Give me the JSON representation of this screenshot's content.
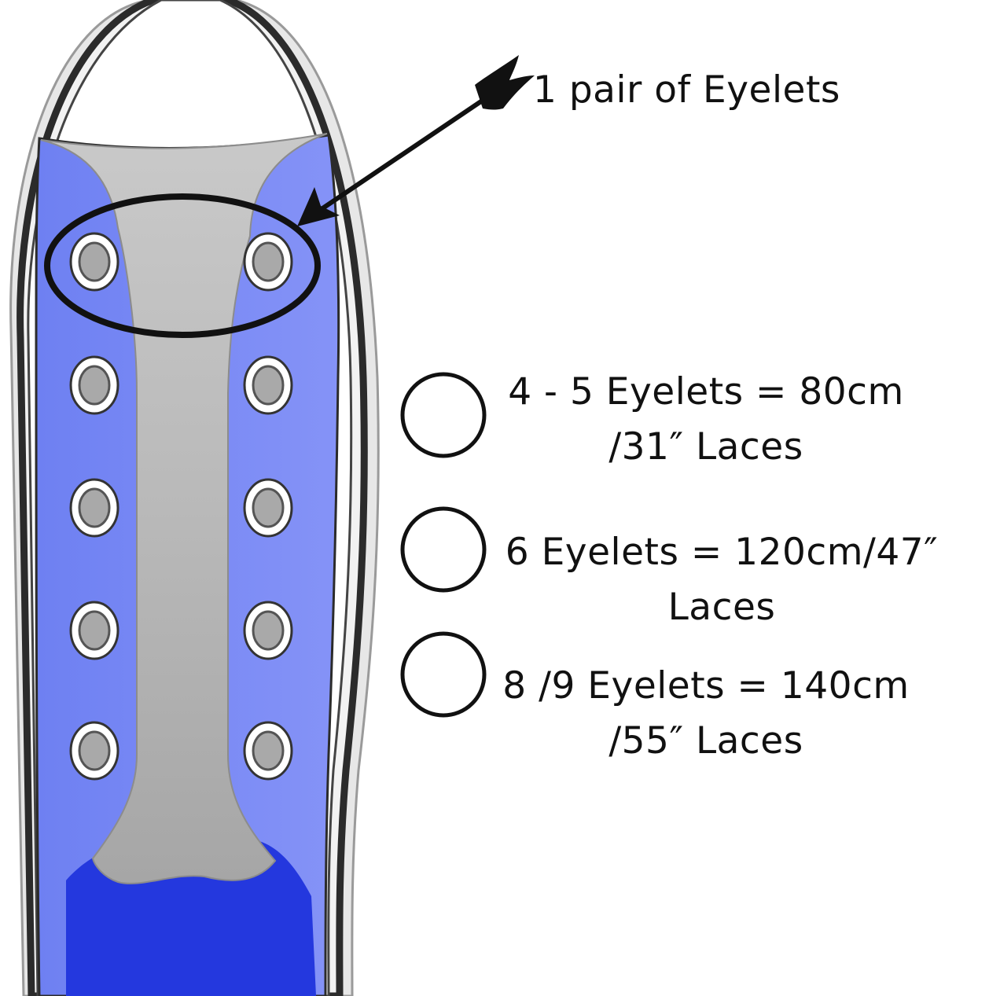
{
  "callout": {
    "label": "1 pair of Eyelets"
  },
  "lace_guide": [
    {
      "line1": "4 - 5 Eyelets = 80cm",
      "line2": "/31″ Laces"
    },
    {
      "line1": "6 Eyelets = 120cm/47″",
      "line2": "Laces"
    },
    {
      "line1": "8 /9 Eyelets = 140cm",
      "line2": "/55″ Laces"
    }
  ],
  "colors": {
    "upper_blue": "#7b8cf5",
    "toe_blue": "#2a3fe0",
    "tongue_gray": "#b8b8b8",
    "outline_dark": "#2b2b2b",
    "sole_light": "#e6e6e6"
  },
  "shoe": {
    "eyelet_rows": 5,
    "eyelet_columns": 2
  }
}
